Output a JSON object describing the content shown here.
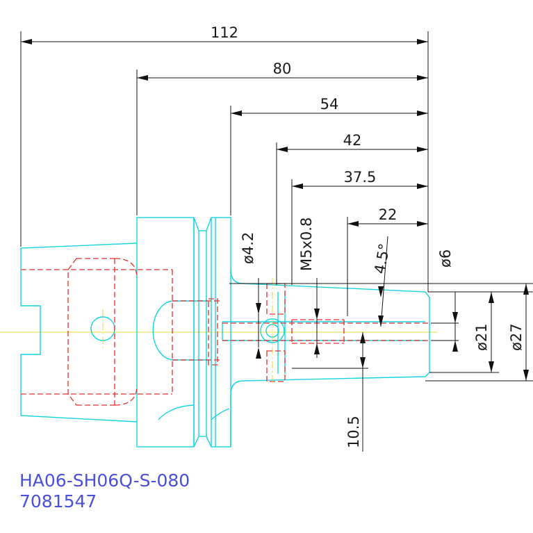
{
  "colors": {
    "outline": "#14d4e0",
    "hidden": "#e03030",
    "dimension": "#111111",
    "centerline": "#e8d830",
    "label": "#4a50d8"
  },
  "dimensions": {
    "total_length": "112",
    "gauge_length": "80",
    "flange_to_tip": "54",
    "bore_depth": "42",
    "thread_depth": "37.5",
    "clamp_length": "22",
    "hole_dia": "ø4.2",
    "thread": "M5x0.8",
    "taper_angle": "4.5°",
    "bore_dia": "ø6",
    "tip_dia": "ø21",
    "nose_dia": "ø27",
    "offset": "10.5"
  },
  "label": {
    "part_number": "HA06-SH06Q-S-080",
    "code": "7081547"
  }
}
